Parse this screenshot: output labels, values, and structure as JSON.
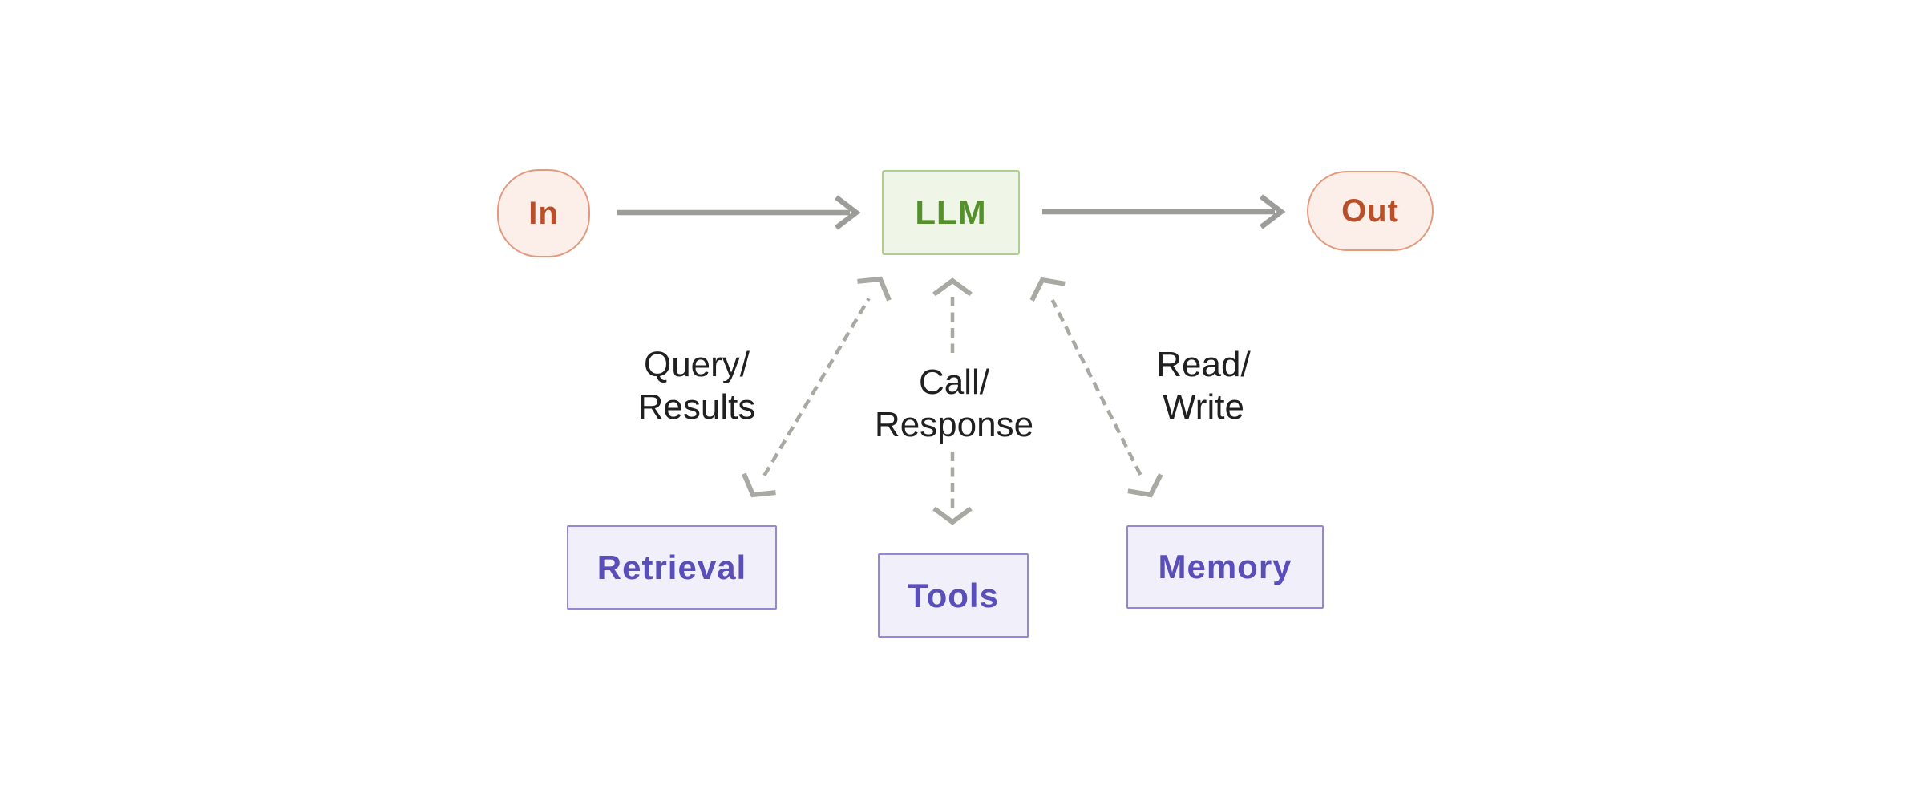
{
  "diagram": {
    "description": "Augmented LLM flow diagram"
  },
  "nodes": {
    "in": {
      "label": "In"
    },
    "llm": {
      "label": "LLM"
    },
    "out": {
      "label": "Out"
    },
    "retrieval": {
      "label": "Retrieval"
    },
    "tools": {
      "label": "Tools"
    },
    "memory": {
      "label": "Memory"
    }
  },
  "edge_labels": {
    "retrieval": {
      "line1": "Query/",
      "line2": "Results"
    },
    "tools": {
      "line1": "Call/",
      "line2": "Response"
    },
    "memory": {
      "line1": "Read/",
      "line2": "Write"
    }
  },
  "colors": {
    "background": "#ffffff",
    "peach_fill": "#fcefe9",
    "peach_border": "#e29a7f",
    "peach_text": "#b94f2b",
    "green_fill": "#eff5e7",
    "green_border": "#aecf90",
    "green_text": "#55902c",
    "purple_fill": "#f1f0fa",
    "purple_border": "#9388d5",
    "purple_text": "#5a4fb8",
    "arrow_gray": "#9c9c98",
    "dashed_gray": "#a9a9a4",
    "label_text": "#202020"
  }
}
